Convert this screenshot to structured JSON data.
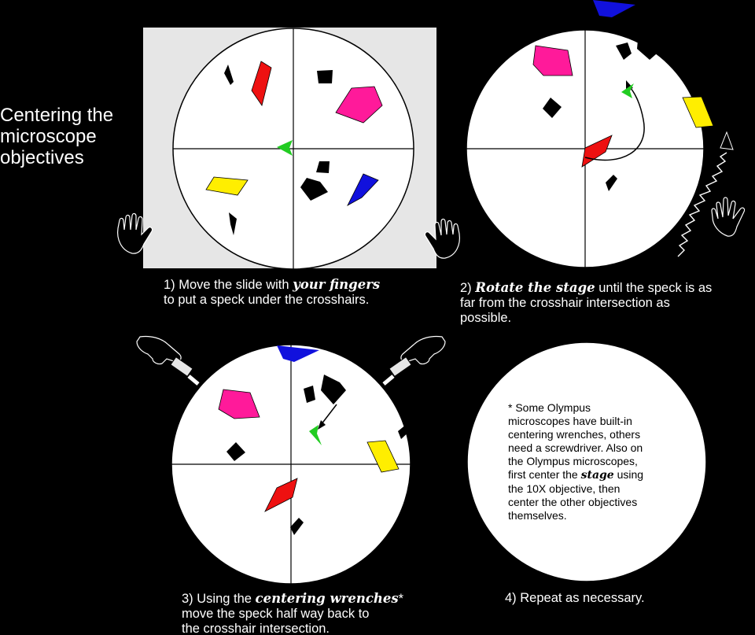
{
  "title": {
    "line1": "Centering the",
    "line2": "microscope",
    "line3": "objectives"
  },
  "steps": [
    {
      "line1_pre": "1) Move the slide with ",
      "line1_em": "your fingers",
      "line2": "to put a speck under the crosshairs."
    },
    {
      "line1_em": "Rotate the stage",
      "line1_pre": "2) ",
      "line1_post": " until the speck is as",
      "line2": "far from the crosshair intersection as",
      "line3": "possible."
    },
    {
      "line1_pre": "3) Using the ",
      "line1_em": "centering wrenches",
      "line1_post": "*",
      "line2": "move the speck half way back to",
      "line3": "the crosshair intersection."
    },
    {
      "line1": "4) Repeat as necessary."
    }
  ],
  "note": {
    "line1": "* Some Olympus",
    "line2": "microscopes have built-in",
    "line3": "centering wrenches, others",
    "line4": "need a screwdriver. Also on",
    "line5": "the Olympus microscopes,",
    "line6_pre": "first center the ",
    "line6_em": "stage",
    "line6_post": " using",
    "line7": "the 10X objective, then",
    "line8": "center the other objectives",
    "line9": "themselves."
  },
  "colors": {
    "background": "#000000",
    "field": "#ffffff",
    "slide": "#e6e6e6",
    "red": "#ee1111",
    "magenta": "#ff1a9a",
    "yellow": "#ffee00",
    "blue": "#1111dd",
    "green": "#22cc22"
  }
}
